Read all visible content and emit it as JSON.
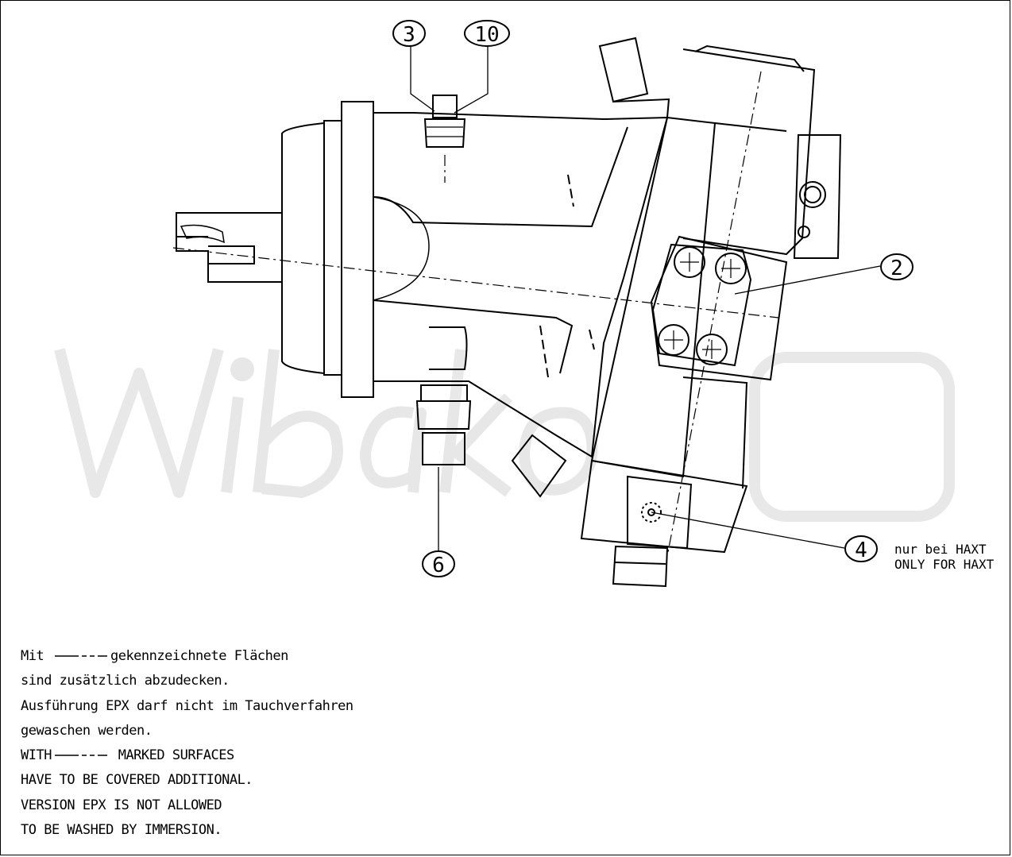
{
  "callouts": [
    {
      "id": "c3",
      "label": "3"
    },
    {
      "id": "c10",
      "label": "10"
    },
    {
      "id": "c2",
      "label": "2"
    },
    {
      "id": "c4",
      "label": "4"
    },
    {
      "id": "c6",
      "label": "6"
    }
  ],
  "haxt_note": {
    "de": "nur bei HAXT",
    "en": "ONLY FOR HAXT"
  },
  "watermark": "Wibako",
  "notes": {
    "de_1_before": "Mit",
    "de_1_after": "gekennzeichnete Flächen",
    "de_2": "sind zusätzlich abzudecken.",
    "de_3": "Ausführung EPX darf nicht im Tauchverfahren",
    "de_4": "gewaschen werden.",
    "en_1_before": "WITH",
    "en_1_after": "MARKED SURFACES",
    "en_2": "HAVE TO BE COVERED ADDITIONAL.",
    "en_3": "VERSION EPX IS NOT ALLOWED",
    "en_4": "TO BE WASHED BY IMMERSION."
  }
}
